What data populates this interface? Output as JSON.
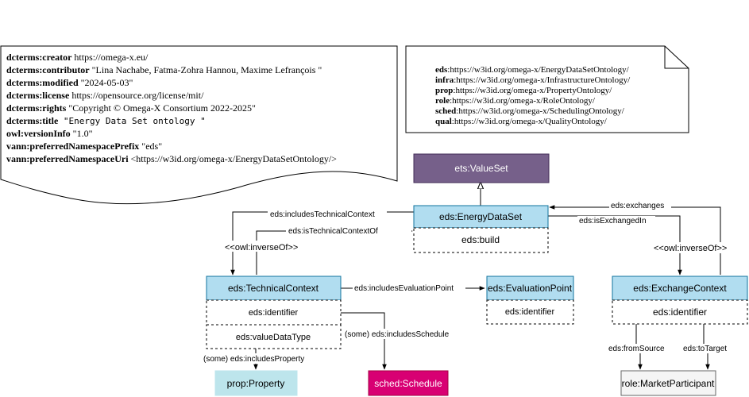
{
  "metadata": {
    "lines": [
      {
        "key": "dcterms:creator",
        "value": " https://omega-x.eu/",
        "mono": false
      },
      {
        "key": "dcterms:contributor",
        "value": " \"Lina Nachabe, Fatma-Zohra Hannou, Maxime Lefrançois \"",
        "mono": false
      },
      {
        "key": "dcterms:modified",
        "value": " \"2024-05-03\"",
        "mono": false
      },
      {
        "key": "dcterms:license",
        "value": " https://opensource.org/license/mit/",
        "mono": false
      },
      {
        "key": "dcterms:rights",
        "value": " \"Copyright © Omega-X Consortium 2022-2025\"",
        "mono": false
      },
      {
        "key": "dcterms:title",
        "value": " \"Energy Data Set ontology \"",
        "mono": true
      },
      {
        "key": "owl:versionInfo",
        "value": " \"1.0\"",
        "mono": false
      },
      {
        "key": " vann:preferredNamespacePrefix",
        "value": " \"eds\"",
        "mono": false
      },
      {
        "key": "vann:preferredNamespaceUri",
        "value": " <https://w3id.org/omega-x/EnergyDataSetOntology/>",
        "mono": false
      }
    ]
  },
  "prefixes": {
    "lines": [
      {
        "key": "eds",
        "value": ":https://w3id.org/omega-x/EnergyDataSetOntology/"
      },
      {
        "key": "infra",
        "value": ":https://w3id.org/omega-x/InfrastructureOntology/"
      },
      {
        "key": "prop",
        "value": ":https://w3id.org/omega-x/PropertyOntology/"
      },
      {
        "key": "role",
        "value": ":https://w3id.org/omega-x/RoleOntology/"
      },
      {
        "key": "sched",
        "value": ":https://w3id.org/omega-x/SchedulingOntology/"
      },
      {
        "key": "qual",
        "value": ":https://w3id.org/omega-x/QualityOntology/"
      }
    ]
  },
  "classes": {
    "value_set": "ets:ValueSet",
    "energy_data_set": "eds:EnergyDataSet",
    "technical_context": "eds:TechnicalContext",
    "evaluation_point": "eds:EvaluationPoint",
    "exchange_context": "eds:ExchangeContext",
    "property": "prop:Property",
    "schedule": "sched:Schedule",
    "market_participant": "role:MarketParticipant"
  },
  "attributes": {
    "energy_data_set_build": "eds:build",
    "technical_context_identifier": "eds:identifier",
    "technical_context_value_data_type": "eds:valueDataType",
    "evaluation_point_identifier": "eds:identifier",
    "exchange_context_identifier": "eds:identifier"
  },
  "relations": {
    "includes_technical_context": "eds:includesTechnicalContext",
    "is_technical_context_of": "eds:isTechnicalContextOf",
    "inverse_of_left": "<<owl:inverseOf>>",
    "exchanges": "eds:exchanges",
    "is_exchanged_in": "eds:isExchangedIn",
    "inverse_of_right": "<<owl:inverseOf>>",
    "includes_evaluation_point": "eds:includesEvaluationPoint",
    "includes_schedule": "(some) eds:includesSchedule",
    "includes_property": "(some) eds:includesProperty",
    "from_source": "eds:fromSource",
    "to_target": "eds:toTarget"
  },
  "colors": {
    "purple_fill": "#76608a",
    "purple_stroke": "#432d57",
    "blue_fill": "#b1ddf0",
    "blue_stroke": "#10739e",
    "light_blue_fill": "#bde5ec",
    "magenta_fill": "#d80073",
    "magenta_stroke": "#a50040",
    "grey_fill": "#f5f5f5",
    "grey_stroke": "#666666"
  }
}
